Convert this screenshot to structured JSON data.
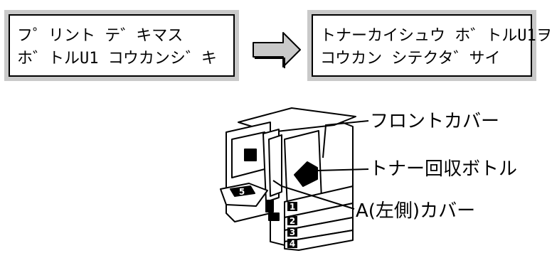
{
  "display_before": {
    "line1": "フ゜リント テ゛キマス",
    "line2": "ホ゛トルU1 コウカンシ゛キ"
  },
  "display_after": {
    "line1": "トナーカイシュウ ホ゛トルU1ヲ",
    "line2": "コウカン シテクタ゛サイ"
  },
  "labels": {
    "front_cover": "フロントカバー",
    "toner_bottle": "トナー回収ボトル",
    "left_cover": "A(左側)カバー"
  },
  "printer": {
    "manual_tray": "5",
    "trays": [
      "1",
      "2",
      "3",
      "4"
    ]
  },
  "colors": {
    "panel_shade": "#c9c9c9",
    "arrow_fill": "#c9c9c9",
    "line": "#000000"
  }
}
